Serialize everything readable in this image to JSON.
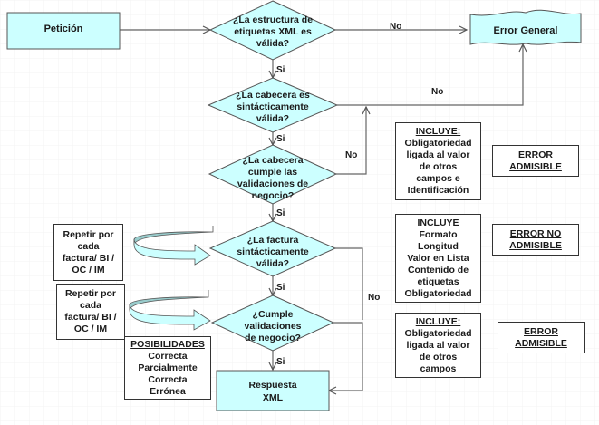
{
  "flow": {
    "start": "Petición",
    "decision1": [
      "¿La estructura de",
      "etiquetas  XML es",
      "válida?"
    ],
    "decision2": [
      "¿La cabecera es",
      "sintácticamente",
      "válida?"
    ],
    "decision3": [
      "¿La cabecera",
      "cumple las",
      "validaciones de",
      "negocio?"
    ],
    "decision4": [
      "¿La factura",
      "sintácticamente",
      "válida?"
    ],
    "decision5": [
      "¿Cumple",
      "validaciones",
      "de negocio?"
    ],
    "error_general": "Error General",
    "response": [
      "Respuesta",
      "XML"
    ],
    "labels": {
      "yes": "Si",
      "no": "No"
    }
  },
  "notes": {
    "repeat1": [
      "Repetir por",
      "cada",
      "factura/ BI /",
      "OC / IM"
    ],
    "repeat2": [
      "Repetir por",
      "cada",
      "factura/ BI /",
      "OC / IM"
    ],
    "possibilities": {
      "header": "POSIBILIDADES",
      "items": [
        "Correcta",
        "Parcialmente",
        "Correcta",
        "Errónea"
      ]
    },
    "includes1": {
      "header": "INCLUYE:",
      "items": [
        "Obligatoriedad",
        "ligada al valor",
        "de otros",
        "campos e",
        "Identificación"
      ]
    },
    "includes2": {
      "header": "INCLUYE",
      "items": [
        "Formato",
        "Longitud",
        "Valor en Lista",
        "Contenido de",
        "etiquetas",
        "Obligatoriedad"
      ]
    },
    "includes3": {
      "header": "INCLUYE:",
      "items": [
        "Obligatoriedad",
        "ligada al valor",
        "de otros",
        "campos"
      ]
    },
    "error1": [
      "ERROR",
      "ADMISIBLE"
    ],
    "error2": [
      "ERROR NO",
      "ADMISIBLE"
    ],
    "error3": [
      "ERROR",
      "ADMISIBLE"
    ]
  },
  "colors": {
    "shape_fill": "#ccffff",
    "line": "#555555",
    "arrow_dark": "#99cccc"
  }
}
